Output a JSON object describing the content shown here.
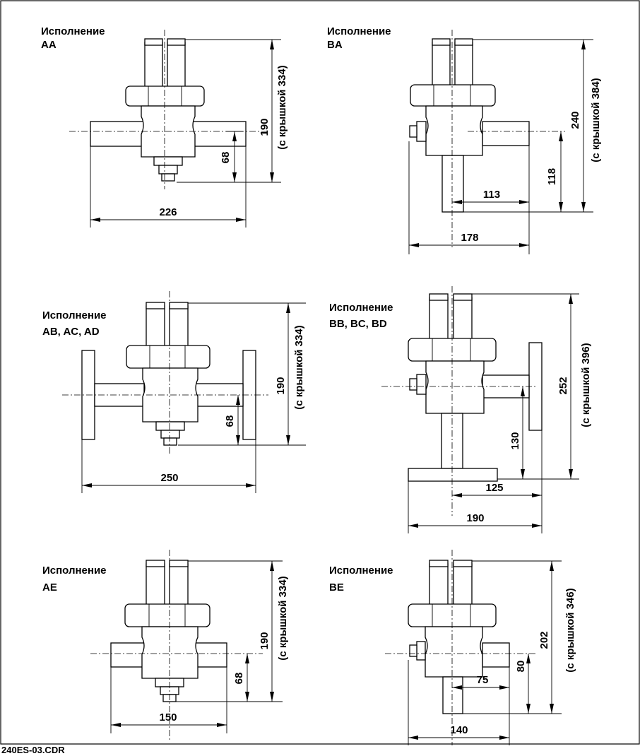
{
  "drawing": {
    "file_name": "240ES-03.CDR",
    "variants": [
      {
        "id": "AA",
        "title_line1": "Исполнение",
        "title_line2": "AA",
        "height": "190",
        "cap_height": "(с крышкой 334)",
        "axis_height": "68",
        "overall_width": "226"
      },
      {
        "id": "BA",
        "title_line1": "Исполнение",
        "title_line2": "BA",
        "height": "240",
        "cap_height": "(с крышкой 384)",
        "axis_height": "118",
        "outlet_offset": "113",
        "overall_width": "178"
      },
      {
        "id": "AB",
        "title_line1": "Исполнение",
        "title_line2": "AB, AC, AD",
        "height": "190",
        "cap_height": "(с крышкой 334)",
        "axis_height": "68",
        "overall_width": "250"
      },
      {
        "id": "BB",
        "title_line1": "Исполнение",
        "title_line2": "BB, BC, BD",
        "height": "252",
        "cap_height": "(с крышкой 396)",
        "axis_height": "130",
        "outlet_offset": "125",
        "overall_width": "190"
      },
      {
        "id": "AE",
        "title_line1": "Исполнение",
        "title_line2": "AE",
        "height": "190",
        "cap_height": "(с крышкой 334)",
        "axis_height": "68",
        "overall_width": "150"
      },
      {
        "id": "BE",
        "title_line1": "Исполнение",
        "title_line2": "BE",
        "height": "202",
        "cap_height": "(с крышкой 346)",
        "axis_height": "80",
        "outlet_offset": "75",
        "overall_width": "140"
      }
    ]
  }
}
